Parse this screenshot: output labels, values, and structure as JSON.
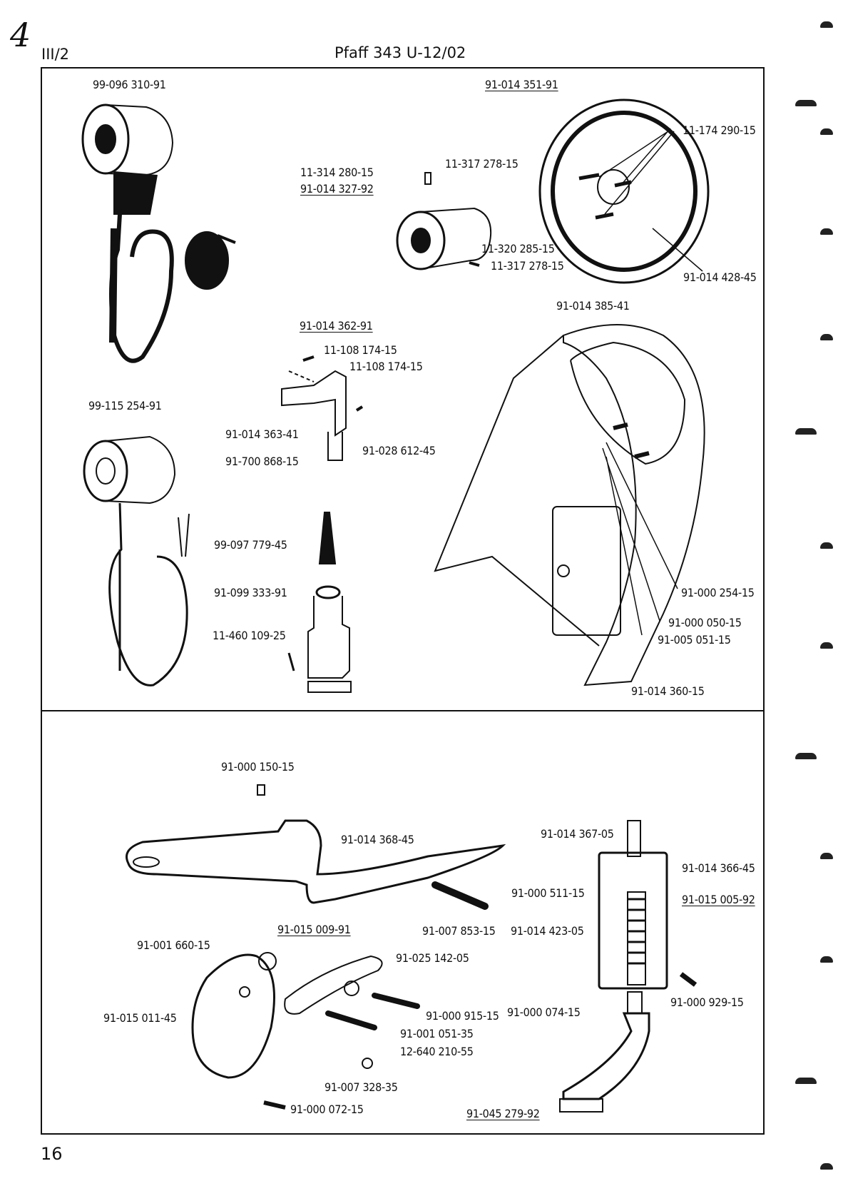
{
  "header": {
    "corner_mark": "4",
    "section": "III/2",
    "title": "Pfaff 343 U-12/02"
  },
  "page_number": "16",
  "upper_panel": {
    "labels": [
      "99-096 310-91",
      "91-014 351-91",
      "11-174 290-15",
      "11-314 280-15",
      "91-014 327-92",
      "11-317 278-15",
      "11-320 285-15",
      "11-317 278-15",
      "91-014 428-45",
      "91-014 385-41",
      "91-014 362-91",
      "11-108 174-15",
      "11-108 174-15",
      "99-115 254-91",
      "91-014 363-41",
      "91-700 868-15",
      "91-028 612-45",
      "99-097 779-45",
      "91-099 333-91",
      "11-460 109-25",
      "91-000 254-15",
      "91-000 050-15",
      "91-005 051-15",
      "91-014 360-15"
    ]
  },
  "lower_panel": {
    "labels": [
      "91-000 150-15",
      "91-014 368-45",
      "91-014 367-05",
      "91-014 366-45",
      "91-000 511-15",
      "91-015 005-92",
      "91-015 009-91",
      "91-007 853-15",
      "91-014 423-05",
      "91-001 660-15",
      "91-025 142-05",
      "91-015 011-45",
      "91-000 915-15",
      "91-000 074-15",
      "91-000 929-15",
      "91-001 051-35",
      "12-640 210-55",
      "91-007 328-35",
      "91-000 072-15",
      "91-045 279-92"
    ]
  }
}
